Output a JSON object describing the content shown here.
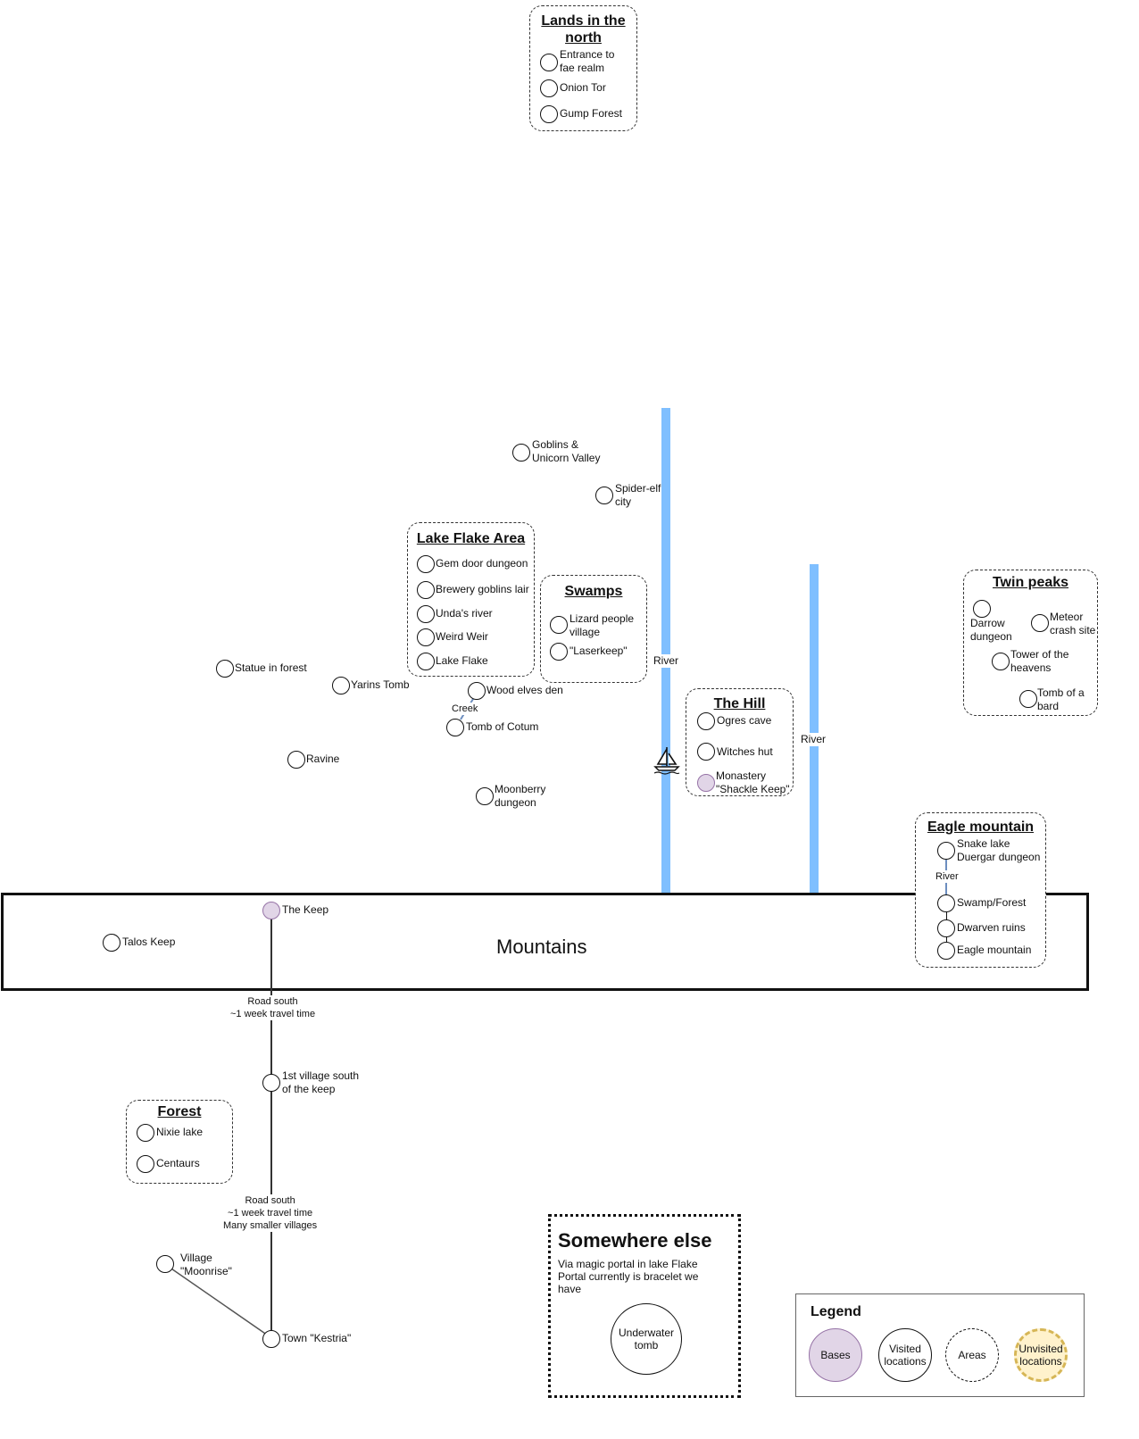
{
  "areas": {
    "north": {
      "title": "Lands in the north",
      "items": [
        "Entrance to\nfae realm",
        "Onion Tor",
        "Gump Forest"
      ]
    },
    "lake_flake": {
      "title": "Lake Flake Area",
      "items": [
        "Gem door dungeon",
        "Brewery goblins lair",
        "Unda's river",
        "Weird Weir",
        "Lake Flake"
      ]
    },
    "swamps": {
      "title": "Swamps",
      "items": [
        "Lizard people\nvillage",
        "\"Laserkeep\""
      ]
    },
    "hill": {
      "title": "The Hill",
      "items": [
        "Ogres cave",
        "Witches hut",
        "Monastery\n\"Shackle Keep\""
      ]
    },
    "twin_peaks": {
      "title": "Twin peaks",
      "items": [
        "Darrow\ndungeon",
        "Meteor\ncrash site",
        "Tower of the\nheavens",
        "Tomb of a\nbard"
      ]
    },
    "eagle": {
      "title": "Eagle mountain",
      "items": [
        "Snake lake\nDuergar dungeon",
        "Swamp/Forest",
        "Dwarven ruins",
        "Eagle mountain"
      ],
      "river_label": "River"
    },
    "forest": {
      "title": "Forest",
      "items": [
        "Nixie lake",
        "Centaurs"
      ]
    }
  },
  "locations": {
    "goblins": "Goblins &\nUnicorn Valley",
    "spider": "Spider-elf\ncity",
    "statue": "Statue in forest",
    "yarins": "Yarins Tomb",
    "wood_elves": "Wood elves den",
    "creek": "Creek",
    "cotum": "Tomb of Cotum",
    "ravine": "Ravine",
    "moonberry": "Moonberry\ndungeon",
    "talos": "Talos Keep",
    "keep": "The Keep",
    "village1": "1st village south\nof the keep",
    "moonrise": "Village\n\"Moonrise\"",
    "kestria": "Town \"Kestria\""
  },
  "rivers": {
    "left_label": "River",
    "right_label": "River"
  },
  "mountains_label": "Mountains",
  "roads": {
    "road1": "Road south\n~1 week travel time",
    "road2": "Road south\n~1 week travel time\nMany smaller villages"
  },
  "somewhere_else": {
    "title": "Somewhere else",
    "desc": "Via magic portal in lake Flake\nPortal currently is bracelet we\nhave",
    "node": "Underwater\ntomb"
  },
  "legend": {
    "title": "Legend",
    "bases": "Bases",
    "visited": "Visited\nlocations",
    "areas": "Areas",
    "unvisited": "Unvisited\nlocations"
  },
  "colors": {
    "river": "#7fbfff",
    "base_fill": "#e1d5e7",
    "base_stroke": "#9673a6",
    "unvisited_fill": "#fff2cc",
    "unvisited_stroke": "#d6b656"
  }
}
